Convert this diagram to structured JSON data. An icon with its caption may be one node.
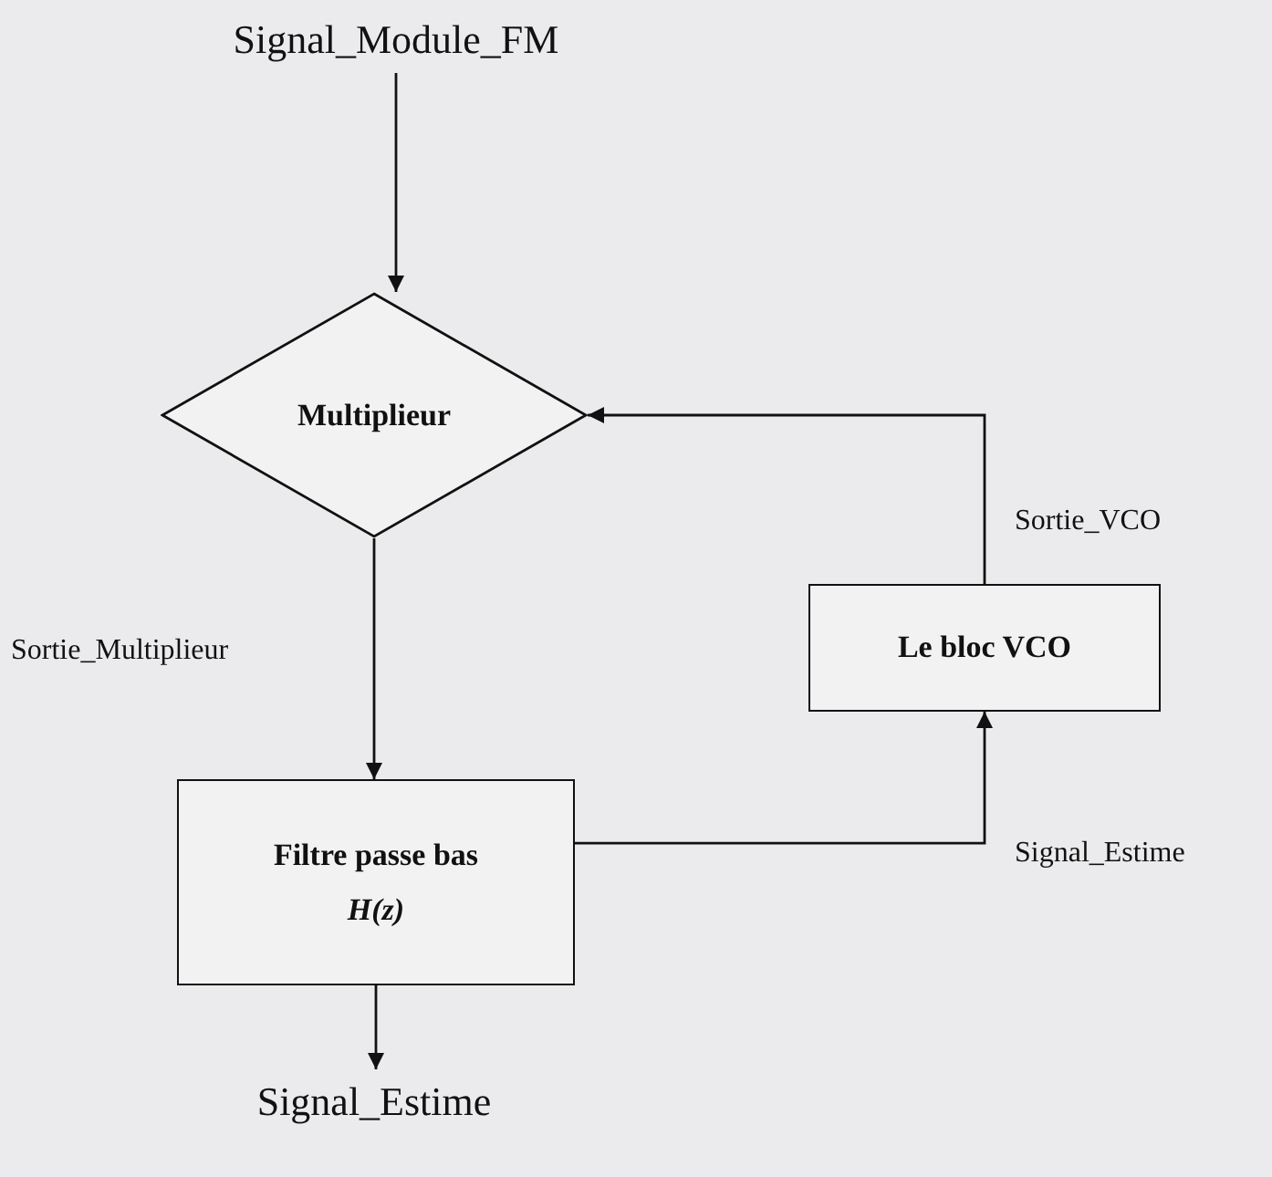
{
  "diagram": {
    "nodes": [
      {
        "text": [
          "Signal_Module_FM"
        ]
      },
      {
        "text": [
          "Multiplieur"
        ]
      },
      {
        "text": [
          "Filtre passe bas",
          "H(z)"
        ]
      },
      {
        "text": [
          "Le bloc VCO"
        ]
      },
      {
        "text": [
          "Signal_Estime"
        ]
      }
    ],
    "edges": [
      {
        "from": 0,
        "to": 1,
        "arrow": "to"
      },
      {
        "from": 1,
        "to": 2,
        "arrow": "to",
        "label": "Sortie_Multiplieur"
      },
      {
        "from": 2,
        "to": 4,
        "arrow": "to"
      },
      {
        "from": 2,
        "to": 3,
        "arrow": "to",
        "label": "Signal_Estime"
      },
      {
        "from": 3,
        "to": 1,
        "arrow": "to",
        "label": "Sortie_VCO"
      }
    ]
  }
}
